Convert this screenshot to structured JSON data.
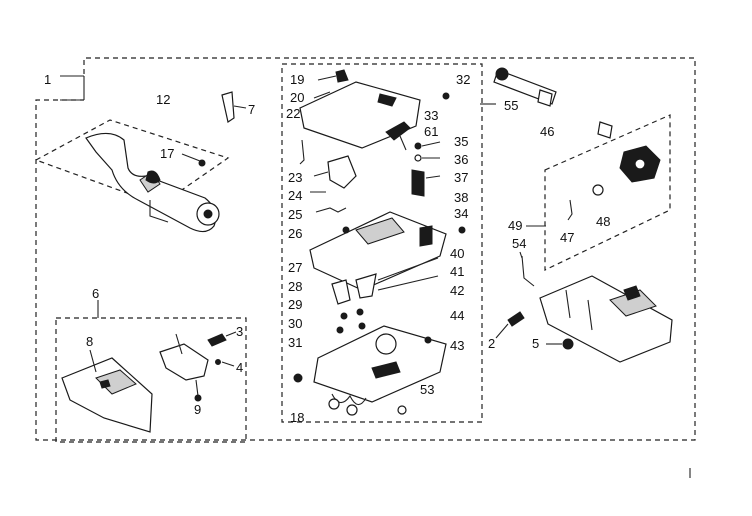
{
  "labels": {
    "l1": "1",
    "l12": "12",
    "l7": "7",
    "l17": "17",
    "l6": "6",
    "l8": "8",
    "l3": "3",
    "l4": "4",
    "l9": "9",
    "l19": "19",
    "l20": "20",
    "l22": "22",
    "l23": "23",
    "l24": "24",
    "l25": "25",
    "l26": "26",
    "l27": "27",
    "l28": "28",
    "l29": "29",
    "l30": "30",
    "l31": "31",
    "l18": "18",
    "l32": "32",
    "l33": "33",
    "l61": "61",
    "l35": "35",
    "l36": "36",
    "l37": "37",
    "l38": "38",
    "l34": "34",
    "l40": "40",
    "l41": "41",
    "l42": "42",
    "l44": "44",
    "l43": "43",
    "l53": "53",
    "l55": "55",
    "l46": "46",
    "l49": "49",
    "l47": "47",
    "l48": "48",
    "l54": "54",
    "l2": "2",
    "l5": "5"
  }
}
